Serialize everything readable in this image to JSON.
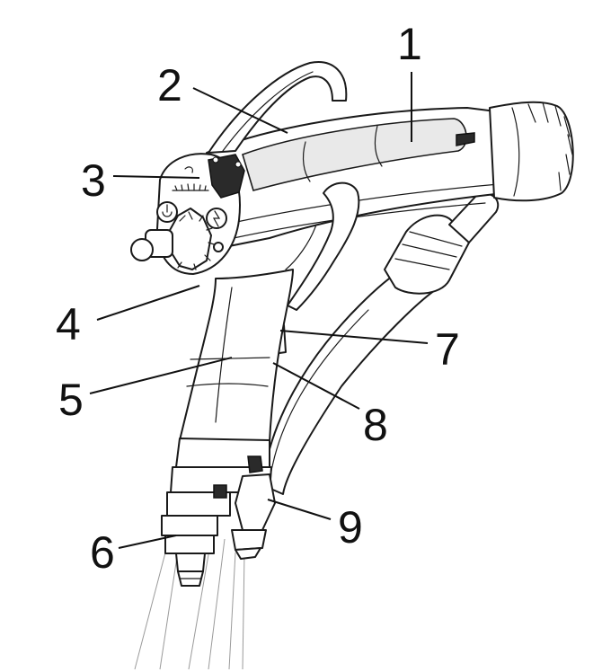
{
  "callouts": [
    {
      "id": "1",
      "label": "1"
    },
    {
      "id": "2",
      "label": "2"
    },
    {
      "id": "3",
      "label": "3"
    },
    {
      "id": "4",
      "label": "4"
    },
    {
      "id": "5",
      "label": "5"
    },
    {
      "id": "6",
      "label": "6"
    },
    {
      "id": "7",
      "label": "7"
    },
    {
      "id": "8",
      "label": "8"
    },
    {
      "id": "9",
      "label": "9"
    }
  ],
  "colors": {
    "line": "#1a1a1a",
    "fill": "#ffffff",
    "shade": "#e9e9e9",
    "dark": "#2a2a2a"
  }
}
